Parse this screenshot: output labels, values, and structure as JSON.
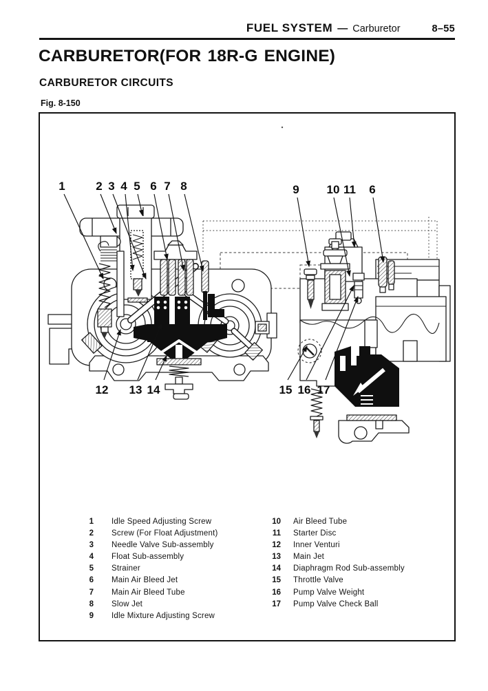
{
  "header": {
    "section": "FUEL SYSTEM",
    "separator": "—",
    "subsection": "Carburetor",
    "page_number": "8–55"
  },
  "title": "CARBURETOR(FOR 18R-G ENGINE)",
  "subtitle": "CARBURETOR CIRCUITS",
  "figure": {
    "label": "Fig. 8-150",
    "callouts": [
      "1",
      "2",
      "3",
      "4",
      "5",
      "6",
      "7",
      "8",
      "9",
      "10",
      "11",
      "6",
      "12",
      "13",
      "14",
      "15",
      "16",
      "17"
    ],
    "legend": {
      "left": [
        {
          "num": "1",
          "label": "Idle Speed Adjusting Screw"
        },
        {
          "num": "2",
          "label": "Screw (For Float Adjustment)"
        },
        {
          "num": "3",
          "label": "Needle Valve Sub-assembly"
        },
        {
          "num": "4",
          "label": "Float Sub-assembly"
        },
        {
          "num": "5",
          "label": "Strainer"
        },
        {
          "num": "6",
          "label": "Main Air Bleed Jet"
        },
        {
          "num": "7",
          "label": "Main Air Bleed Tube"
        },
        {
          "num": "8",
          "label": "Slow Jet"
        },
        {
          "num": "9",
          "label": "Idle Mixture Adjusting Screw"
        }
      ],
      "right": [
        {
          "num": "10",
          "label": "Air Bleed Tube"
        },
        {
          "num": "11",
          "label": "Starter Disc"
        },
        {
          "num": "12",
          "label": "Inner Venturi"
        },
        {
          "num": "13",
          "label": "Main Jet"
        },
        {
          "num": "14",
          "label": "Diaphragm Rod Sub-assembly"
        },
        {
          "num": "15",
          "label": "Throttle Valve"
        },
        {
          "num": "16",
          "label": "Pump Valve Weight"
        },
        {
          "num": "17",
          "label": "Pump Valve Check Ball"
        }
      ]
    }
  },
  "colors": {
    "ink": "#1c1c1c",
    "paper": "#ffffff",
    "passage_black": "#0f0f0f"
  }
}
